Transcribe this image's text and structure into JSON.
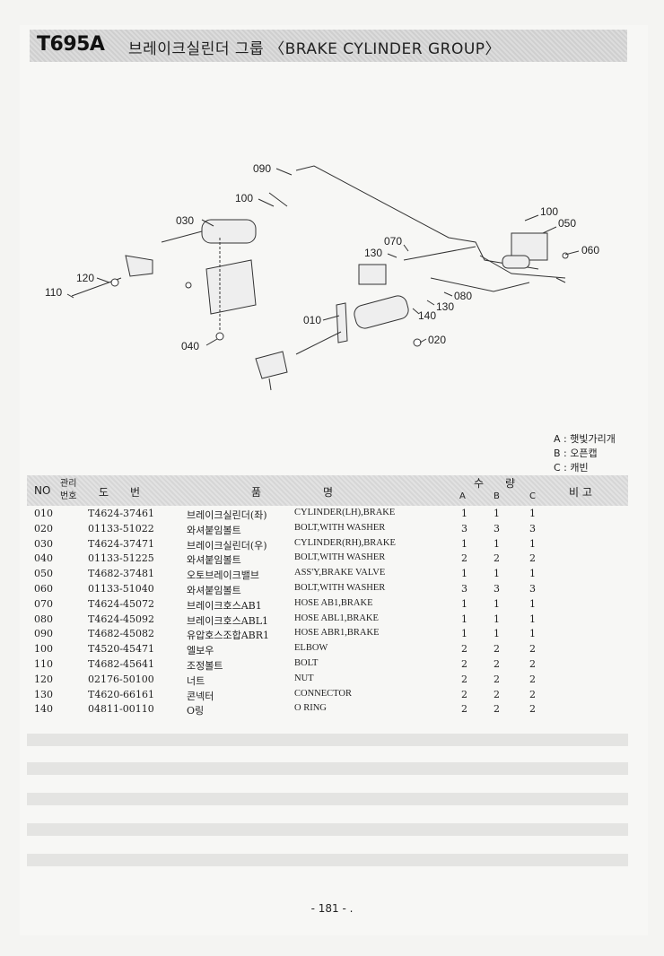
{
  "header": {
    "code": "T695A",
    "title": "브레이크실린더 그룹 〈BRAKE CYLINDER GROUP〉"
  },
  "diagram": {
    "callouts": [
      "090",
      "100",
      "030",
      "120",
      "110",
      "040",
      "100",
      "050",
      "060",
      "070",
      "130",
      "080",
      "130",
      "140",
      "010",
      "020"
    ]
  },
  "legend": {
    "lines": [
      "A : 햇빛가리개",
      "B : 오픈캡",
      "C : 캐빈"
    ]
  },
  "table": {
    "headers": {
      "no": "NO",
      "mgmt_top": "관리",
      "mgmt_bottom": "번호",
      "part_no": "도　　번",
      "name_a": "품",
      "name_b": "명",
      "qty": "수　　량",
      "qty_a": "A",
      "qty_b": "B",
      "qty_c": "C",
      "remark": "비 고"
    },
    "rows": [
      {
        "no": "010",
        "part_no": "T4624-37461",
        "ko": "브레이크실린더(좌)",
        "en": "CYLINDER(LH),BRAKE",
        "a": "1",
        "b": "1",
        "c": "1"
      },
      {
        "no": "020",
        "part_no": "01133-51022",
        "ko": "와셔붙임볼트",
        "en": "BOLT,WITH WASHER",
        "a": "3",
        "b": "3",
        "c": "3"
      },
      {
        "no": "030",
        "part_no": "T4624-37471",
        "ko": "브레이크실린더(우)",
        "en": "CYLINDER(RH),BRAKE",
        "a": "1",
        "b": "1",
        "c": "1"
      },
      {
        "no": "040",
        "part_no": "01133-51225",
        "ko": "와셔붙임볼트",
        "en": "BOLT,WITH WASHER",
        "a": "2",
        "b": "2",
        "c": "2"
      },
      {
        "no": "050",
        "part_no": "T4682-37481",
        "ko": "오토브레이크밸브",
        "en": "ASS'Y,BRAKE VALVE",
        "a": "1",
        "b": "1",
        "c": "1"
      },
      {
        "no": "060",
        "part_no": "01133-51040",
        "ko": "와셔붙임볼트",
        "en": "BOLT,WITH WASHER",
        "a": "3",
        "b": "3",
        "c": "3"
      },
      {
        "no": "070",
        "part_no": "T4624-45072",
        "ko": "브레이크호스AB1",
        "en": "HOSE AB1,BRAKE",
        "a": "1",
        "b": "1",
        "c": "1"
      },
      {
        "no": "080",
        "part_no": "T4624-45092",
        "ko": "브레이크호스ABL1",
        "en": "HOSE ABL1,BRAKE",
        "a": "1",
        "b": "1",
        "c": "1"
      },
      {
        "no": "090",
        "part_no": "T4682-45082",
        "ko": "유압호스조합ABR1",
        "en": "HOSE ABR1,BRAKE",
        "a": "1",
        "b": "1",
        "c": "1"
      },
      {
        "no": "100",
        "part_no": "T4520-45471",
        "ko": "엘보우",
        "en": "ELBOW",
        "a": "2",
        "b": "2",
        "c": "2"
      },
      {
        "no": "110",
        "part_no": "T4682-45641",
        "ko": "조정볼트",
        "en": "BOLT",
        "a": "2",
        "b": "2",
        "c": "2"
      },
      {
        "no": "120",
        "part_no": "02176-50100",
        "ko": "너트",
        "en": "NUT",
        "a": "2",
        "b": "2",
        "c": "2"
      },
      {
        "no": "130",
        "part_no": "T4620-66161",
        "ko": "콘넥터",
        "en": "CONNECTOR",
        "a": "2",
        "b": "2",
        "c": "2"
      },
      {
        "no": "140",
        "part_no": "04811-00110",
        "ko": "O링",
        "en": "O RING",
        "a": "2",
        "b": "2",
        "c": "2"
      }
    ]
  },
  "footer": {
    "page_number": "- 181 - ."
  }
}
